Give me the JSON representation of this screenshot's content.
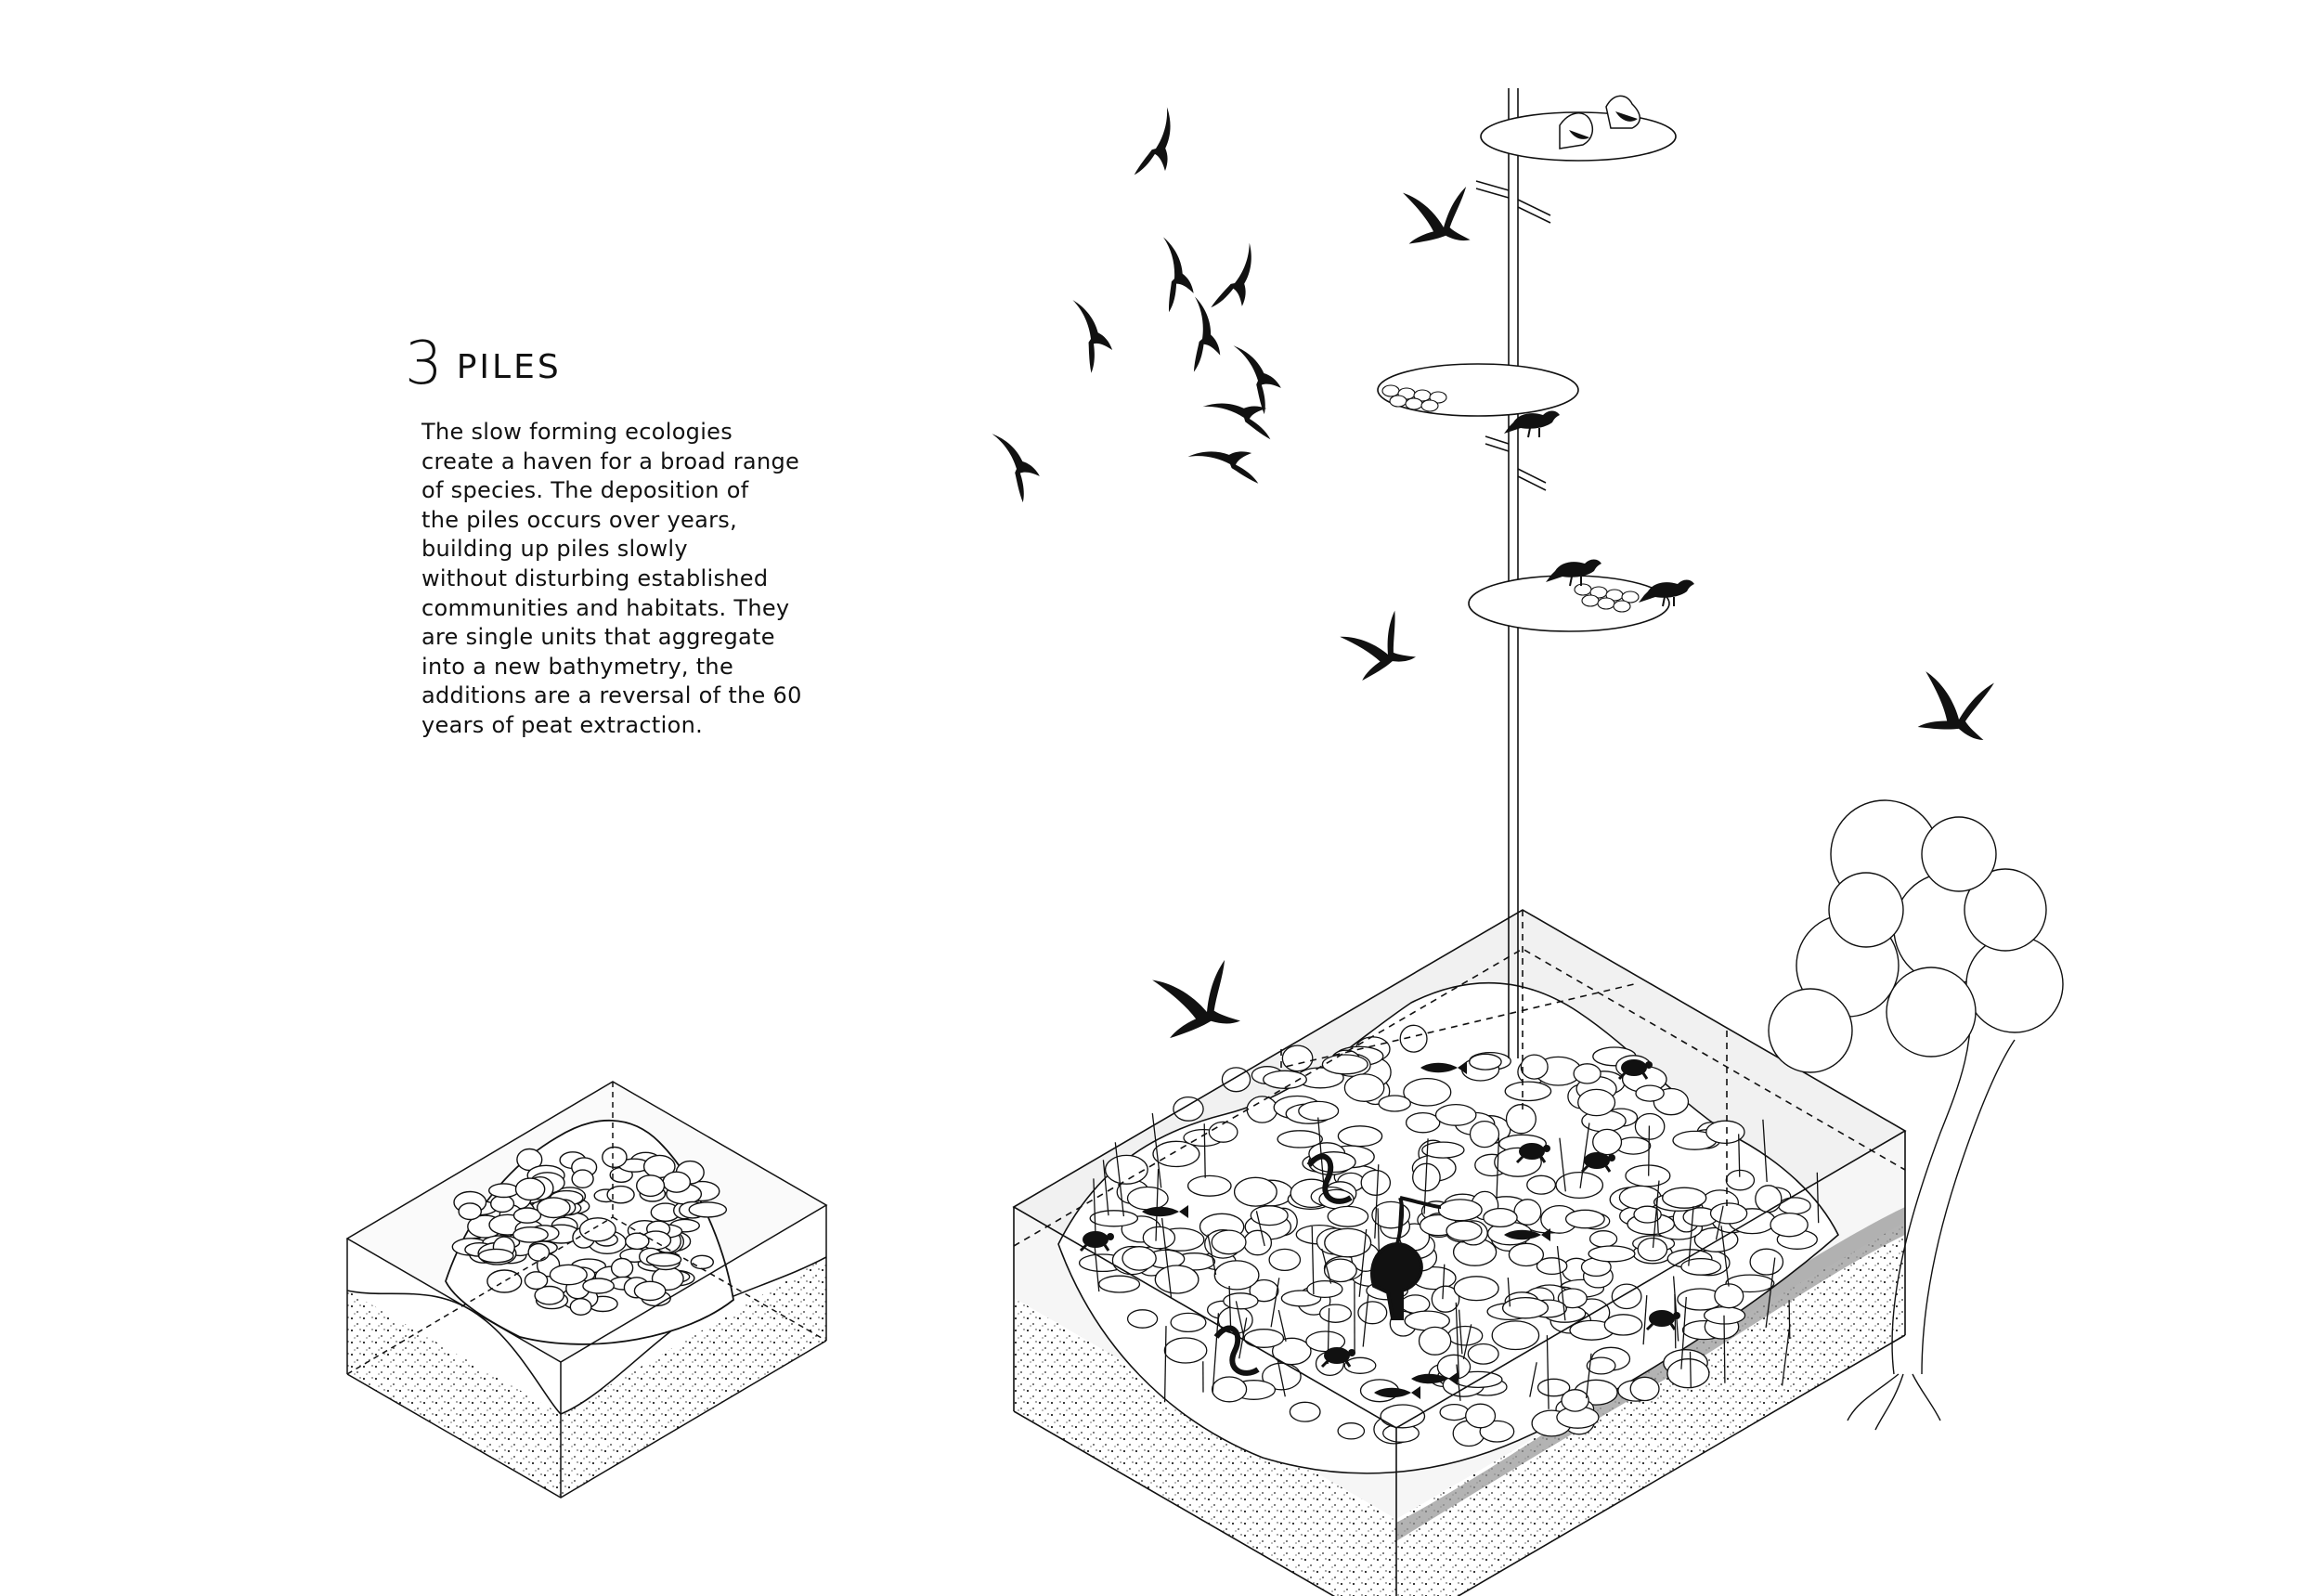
{
  "heading": {
    "number": "3",
    "word": "PILES"
  },
  "description": "The slow forming ecologies\ncreate a haven for a broad range\nof species. The deposition of\nthe piles occurs over years,\nbuilding up piles slowly\nwithout disturbing established\ncommunities and habitats. They\nare single units that aggregate\ninto a new bathymetry, the\nadditions are a reversal of the 60\nyears of peat extraction.",
  "colors": {
    "ink": "#111111",
    "box_fill": "#f1f1f1",
    "shadow": "#9a9a9a",
    "paper": "#ffffff"
  },
  "icons": [
    "bird-silhouette-icon",
    "pigeon-icon",
    "hummingbird-icon",
    "heron-icon",
    "fish-icon",
    "eel-icon",
    "turtle-icon",
    "tree-icon",
    "stone-icon",
    "reed-icon"
  ]
}
